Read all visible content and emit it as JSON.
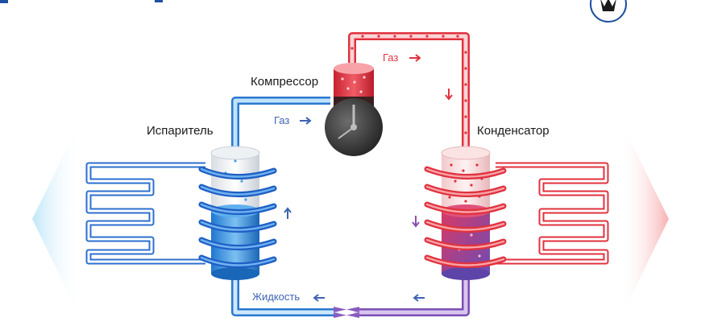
{
  "labels": {
    "compressor": "Компрессор",
    "evaporator": "Испаритель",
    "condenser": "Конденсатор",
    "gas_hot": "Газ",
    "gas_cold": "Газ",
    "liquid": "Жидкость"
  },
  "colors": {
    "hot": "#e5323e",
    "cold": "#2e7fd6",
    "liquid_mix": "#7a56b8",
    "arrow_blue": "#3f63b4",
    "frame_blue": "#1e4fa0"
  },
  "icons": {
    "logo": "snowflake-sun-logo",
    "left_arrow": "cold-output-arrow",
    "right_arrow": "heat-output-arrow"
  }
}
